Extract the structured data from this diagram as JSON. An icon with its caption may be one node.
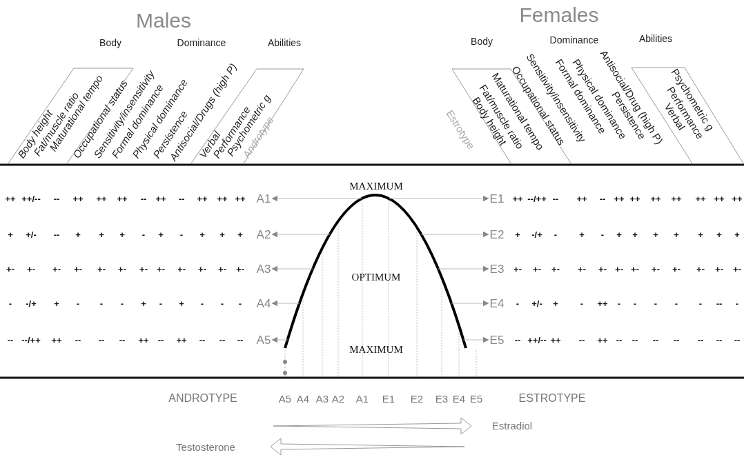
{
  "diagram": {
    "nodes": [
      {
        "text": [
          "A1"
        ]
      },
      {
        "text": [
          "A2"
        ]
      },
      {
        "text": [
          "A3"
        ]
      },
      {
        "text": [
          "A4"
        ]
      },
      {
        "text": [
          "A5"
        ]
      },
      {
        "text": [
          "E1"
        ]
      },
      {
        "text": [
          "E2"
        ]
      },
      {
        "text": [
          "E3"
        ]
      },
      {
        "text": [
          "E4"
        ]
      },
      {
        "text": [
          "E5"
        ]
      }
    ],
    "edges": [
      {
        "from": null,
        "to": 0,
        "arrow": "to"
      },
      {
        "from": null,
        "to": 1,
        "arrow": "to"
      },
      {
        "from": null,
        "to": 2,
        "arrow": "to"
      },
      {
        "from": null,
        "to": 3,
        "arrow": "to"
      },
      {
        "from": null,
        "to": 4,
        "arrow": "to"
      },
      {
        "from": null,
        "to": 5,
        "arrow": "to"
      },
      {
        "from": null,
        "to": 6,
        "arrow": "to"
      },
      {
        "from": null,
        "to": 7,
        "arrow": "to"
      },
      {
        "from": null,
        "to": 8,
        "arrow": "to"
      },
      {
        "from": null,
        "to": 9,
        "arrow": "to"
      }
    ],
    "labels": [
      "Males",
      "Females",
      "Body",
      "Dominance",
      "Abilities",
      "Body",
      "Dominance",
      "Abilities",
      "Body height",
      "Fat/muscle ratio",
      "Maturational tempo",
      "Occupational status",
      "Sensitivity/insensitivity",
      "Formal dominance",
      "Physical dominance",
      "Persistence",
      "Antisocial/Drugs (high P)",
      "Verbal",
      "Performance",
      "Psychometric g",
      "Androtype",
      "Estrotype",
      "Body height",
      "Fat/muscle ratio",
      "Maturational tempo",
      "Occupational status",
      "Sensitivity/insensitivity",
      "Formal dominance",
      "Physical dominance",
      "Persistence",
      "Antisocial/Drug (high P)",
      "Verbal",
      "Performance",
      "Psychometric g",
      "++",
      "++/--",
      "--",
      "++",
      "++",
      "++",
      "--",
      "++",
      "--",
      "++",
      "++",
      "++",
      "+",
      "+/-",
      "--",
      "+",
      "+",
      "+",
      "-",
      "+",
      "-",
      "+",
      "+",
      "+",
      "+-",
      "+-",
      "+-",
      "+-",
      "+-",
      "+-",
      "+-",
      "+-",
      "+-",
      "+-",
      "+-",
      "+-",
      "-",
      "-/+",
      "+",
      "-",
      "-",
      "-",
      "+",
      "-",
      "+",
      "-",
      "-",
      "-",
      "--",
      "--/++",
      "++",
      "--",
      "--",
      "--",
      "++",
      "--",
      "++",
      "--",
      "--",
      "--",
      "++",
      "--/++",
      "--",
      "++",
      "--",
      "++",
      "++",
      "++",
      "++",
      "++",
      "++",
      "++",
      "+",
      "-/+",
      "-",
      "+",
      "-",
      "+",
      "+",
      "+",
      "+",
      "+",
      "+",
      "+",
      "+-",
      "+-",
      "+-",
      "+-",
      "+-",
      "+-",
      "+-",
      "+-",
      "+-",
      "+-",
      "+-",
      "+-",
      "-",
      "+/-",
      "+",
      "-",
      "++",
      "-",
      "-",
      "-",
      "-",
      "-",
      "--",
      "-",
      "--",
      "++/--",
      "++",
      "--",
      "++",
      "--",
      "--",
      "--",
      "--",
      "--",
      "--",
      "--",
      "MAXIMUM",
      "OPTIMUM",
      "MAXIMUM",
      "ANDROTYPE",
      "A5",
      "A4",
      "A3",
      "A2",
      "A1",
      "E1",
      "E2",
      "E3",
      "E4",
      "E5",
      "ESTROTYPE",
      "Estradiol",
      "Testosterone"
    ]
  }
}
